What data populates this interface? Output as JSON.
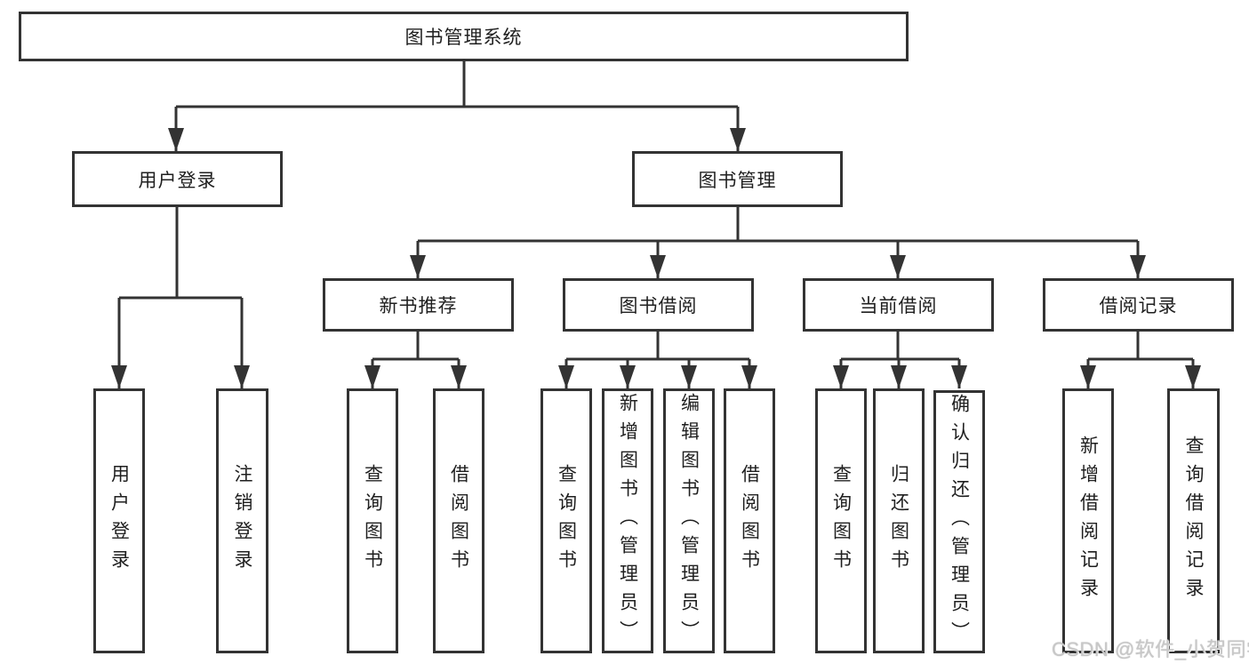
{
  "diagram": {
    "root": {
      "label": "图书管理系统"
    },
    "branches": [
      {
        "label": "用户登录",
        "children": [
          {
            "label": "用户登录"
          },
          {
            "label": "注销登录"
          }
        ]
      },
      {
        "label": "图书管理",
        "children": [
          {
            "label": "新书推荐",
            "children": [
              {
                "label": "查询图书"
              },
              {
                "label": "借阅图书"
              }
            ]
          },
          {
            "label": "图书借阅",
            "children": [
              {
                "label": "查询图书"
              },
              {
                "label": "新增图书（管理员）"
              },
              {
                "label": "编辑图书（管理员）"
              },
              {
                "label": "借阅图书"
              }
            ]
          },
          {
            "label": "当前借阅",
            "children": [
              {
                "label": "查询图书"
              },
              {
                "label": "归还图书"
              },
              {
                "label": "确认归还（管理员）"
              }
            ]
          },
          {
            "label": "借阅记录",
            "children": [
              {
                "label": "新增借阅记录"
              },
              {
                "label": "查询借阅记录"
              }
            ]
          }
        ]
      }
    ]
  },
  "watermark": {
    "text": "CSDN @软件_小贺同学"
  },
  "colors": {
    "line": "#333333",
    "text": "#1f1f1f",
    "background": "#ffffff",
    "watermark": "#c8c8c8"
  }
}
